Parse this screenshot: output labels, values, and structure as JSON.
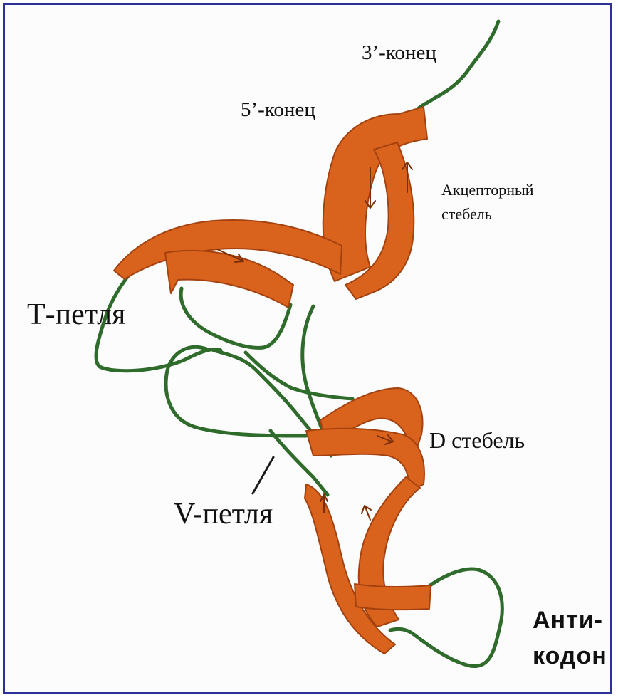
{
  "colors": {
    "frame": "#2e3194",
    "ribbon": "#d9621c",
    "ribbon_dark": "#a4420f",
    "backbone": "#2f6b2a"
  },
  "labels": {
    "three_end": "3’-конец",
    "five_end": "5’-конец",
    "acceptor_line1": "Акцепторный",
    "acceptor_line2": "стебель",
    "t_loop": "Т-петля",
    "d_stem": "D стебель",
    "v_loop": "V-петля",
    "anticodon_line1": "Анти-",
    "anticodon_line2": "кодон"
  }
}
